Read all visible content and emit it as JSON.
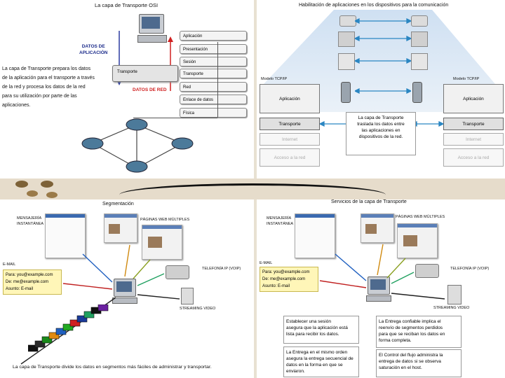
{
  "top_left": {
    "title": "La capa de Transporte OSI",
    "label_app_data": [
      "DATOS DE",
      "APLICACIÓN"
    ],
    "label_net_data": "DATOS DE RED",
    "layers": [
      "Aplicación",
      "Presentación",
      "Sesión",
      "Transporte",
      "Red",
      "Enlace de datos",
      "Física"
    ],
    "transport_bar_label": "Transporte",
    "description": [
      "La capa de Transporte prepara los datos",
      "de la aplicación para el transporte a través",
      "de la red y procesa los datos de la red",
      "para su utilización por parte de las",
      "aplicaciones."
    ]
  },
  "top_right": {
    "title": "Habilitación de aplicaciones en los dispositivos para la comunicación",
    "left_model": "Modelo TCP/IP",
    "right_model": "Modelo TCP/IP",
    "rows": [
      "Aplicación",
      "Transporte",
      "Internet",
      "Acceso a la red"
    ],
    "note": [
      "La capa de Transporte",
      "traslada los datos entre",
      "las aplicaciones en",
      "dispositivos de la red."
    ]
  },
  "bottom_left": {
    "title": "Segmentación",
    "im_label": [
      "MENSAJERÍA",
      "INSTANTÁNEA"
    ],
    "web_label": "PÁGINAS WEB MÚLTIPLES",
    "email_label": "E-MAIL",
    "email_fields": [
      "Para: you@example.com",
      "De: me@example.com",
      "Asunto: E-mail"
    ],
    "voip_label": "TELEFONÍA IP (VOIP)",
    "video_label": "STREAMING VIDEO",
    "caption": "La capa de Transporte divide los datos en segmentos más fáciles de administrar y transportar."
  },
  "bottom_right": {
    "title": "Servicios de la capa de Transporte",
    "im_label": [
      "MENSAJERÍA",
      "INSTANTÁNEA"
    ],
    "web_label": "PÁGINAS WEB MÚLTIPLES",
    "email_label": "E-MAIL",
    "email_fields": [
      "Para: you@example.com",
      "De: me@example.com",
      "Asunto: E-mail"
    ],
    "voip_label": "TELEFONÍA IP (VOIP)",
    "video_label": "STREAMING VIDEO",
    "note1": [
      "Establecer una sesión",
      "asegura que la aplicación está",
      "lista para recibir los datos."
    ],
    "note2": [
      "La Entrega confiable implica el",
      "reenvío de segmentos perdidos",
      "para que se reciban los datos en",
      "forma completa."
    ],
    "note3": [
      "La Entrega en el mismo orden",
      "asegura la entrega secuencial de",
      "datos en la forma en que se",
      "enviaron."
    ],
    "note4": [
      "El Control del flujo administra la",
      "entrega de datos si se observa",
      "saturación en el host."
    ]
  }
}
